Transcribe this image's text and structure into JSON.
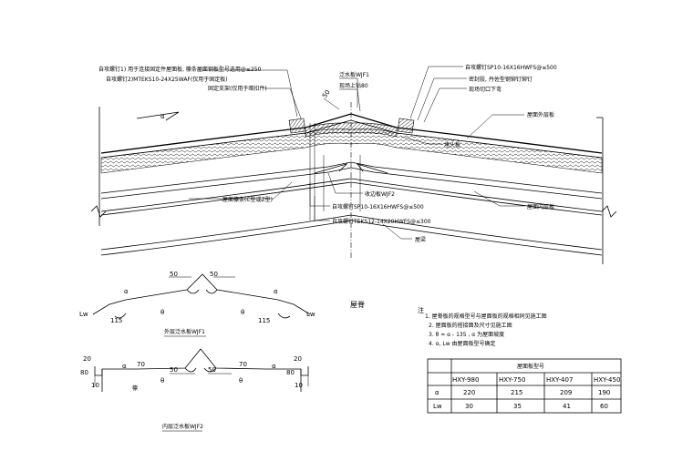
{
  "main_section": {
    "labels": {
      "screw_top_left_1": "自攻螺钉1) 用于连接固定件屋面板, 檩条屋面钢板型号选用@≤250",
      "screw_top_left_2": "自攻螺钉2)MTEKS10-24X25WAF(仅用于固定板)",
      "ridge_bracket": "固定支架(仅用于暗扣件)",
      "ridge_flashing_outer": "泛水板WJF1",
      "fixed_screw_top": "现场上钻80",
      "screw_right_top": "自攻螺钉SP10-16X16HWFS@≤500",
      "sealant": "密封胶, 丹佐型钢铆钉铆钉",
      "field_cut": "现场切口下弯",
      "roof_outer_panel": "屋面外层板",
      "ridge_cap": "堵头板",
      "inner_flashing": "收边板WJF2",
      "purlin": "屋面檩条(C型或Z型)",
      "screw_bottom_1": "自攻螺钉SP10-16X16HWFS@≤500",
      "screw_bottom_2": "自攻螺钉TEKS12-14X20HWFS@≤300",
      "roof_inner_panel": "屋面内层板",
      "roof_beam": "屋梁",
      "dim_50": "50",
      "dim_80": "80",
      "angle_mark": "α"
    }
  },
  "detail_outer": {
    "caption": "外层泛水板WJF1",
    "dims": [
      "50",
      "50",
      "115",
      "115"
    ],
    "labels": {
      "lw_left": "Lw",
      "lw_right": "Lw",
      "a_left": "α",
      "a_right": "α",
      "panel_left": "θ",
      "panel_right": "θ"
    }
  },
  "detail_inner": {
    "caption": "内层泛水板WJF2",
    "dims": [
      "50",
      "50",
      "70",
      "70",
      "20",
      "80",
      "10",
      "20",
      "80",
      "10"
    ],
    "labels": {
      "a_left": "α",
      "a_right": "α",
      "panel_left": "θ",
      "panel_right": "θ",
      "hatch_note": "檩"
    }
  },
  "ridge_title": "屋脊",
  "notes": {
    "lead": "注",
    "items": [
      "1. 屋脊板的规格型号与屋面板的规格相同见施工图",
      "2. 屋面板的搭接面及尺寸见施工图",
      "3. θ = α - 135 , α 为屋面坡度",
      "4. α, Lw 由屋面板型号确定"
    ]
  },
  "table": {
    "header": "屋面板型号",
    "columns": [
      "HXY-980",
      "HXY-750",
      "HXY-407",
      "HXY-450"
    ],
    "rows": [
      {
        "label": "α",
        "values": [
          "220",
          "215",
          "209",
          "190"
        ]
      },
      {
        "label": "Lw",
        "values": [
          "30",
          "35",
          "41",
          "60"
        ]
      }
    ]
  }
}
